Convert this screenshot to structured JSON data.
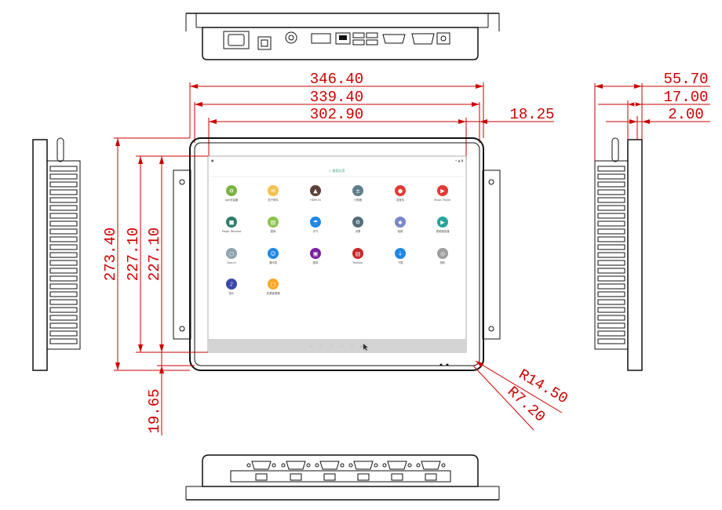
{
  "dimensions": {
    "overall_width": "346.40",
    "bezel_width": "339.40",
    "screen_width": "302.90",
    "side_margin": "18.25",
    "overall_height": "273.40",
    "screen_height_a": "227.10",
    "screen_height_b": "227.10",
    "bottom_margin": "19.65",
    "outer_radius": "R14.50",
    "inner_radius": "R7.20",
    "depth_total": "55.70",
    "depth_body": "17.00",
    "depth_front": "2.00"
  },
  "screen": {
    "header_text": "○ 搜索应用",
    "apps": [
      {
        "label": "apk安装器",
        "color": "#7cb342",
        "glyph": "⚙"
      },
      {
        "label": "电子邮件",
        "color": "#f2c14e",
        "glyph": "✉"
      },
      {
        "label": "HDMI IN",
        "color": "#5d4037",
        "glyph": "▲"
      },
      {
        "label": "计算器",
        "color": "#607d8b",
        "glyph": "±"
      },
      {
        "label": "录音机",
        "color": "#e53935",
        "glyph": "●"
      },
      {
        "label": "Music Player",
        "color": "#e53935",
        "glyph": "▶"
      },
      {
        "label": "Magic Window",
        "color": "#2e7d6b",
        "glyph": "■"
      },
      {
        "label": "图库",
        "color": "#8bc34a",
        "glyph": "▨"
      },
      {
        "label": "天气",
        "color": "#1e88e5",
        "glyph": "☂"
      },
      {
        "label": "设置",
        "color": "#546e7a",
        "glyph": "⚙"
      },
      {
        "label": "相册",
        "color": "#7986cb",
        "glyph": "◆"
      },
      {
        "label": "视频播放器",
        "color": "#26a69a",
        "glyph": "▶"
      },
      {
        "label": "Search",
        "color": "#90a4ae",
        "glyph": "○"
      },
      {
        "label": "通讯录",
        "color": "#1e88e5",
        "glyph": "☺"
      },
      {
        "label": "图库",
        "color": "#7b1fa2",
        "glyph": "▣"
      },
      {
        "label": "Toolbox",
        "color": "#c62828",
        "glyph": "▤"
      },
      {
        "label": "下载",
        "color": "#1e88e5",
        "glyph": "↓"
      },
      {
        "label": "相机",
        "color": "#9e9e9e",
        "glyph": "◎"
      },
      {
        "label": "音乐",
        "color": "#3949ab",
        "glyph": "♪"
      },
      {
        "label": "资源管理器",
        "color": "#f9a825",
        "glyph": "▢"
      }
    ],
    "nav_icons": [
      "◁",
      "○",
      "□",
      "◁",
      "○",
      "▣"
    ]
  },
  "icons": [
    "power-socket-icon",
    "power-switch-icon",
    "dc-jack-icon",
    "lan-port-icon",
    "usb-port-icon",
    "com-port-icon",
    "vga-port-icon",
    "mouse-cursor-icon"
  ]
}
